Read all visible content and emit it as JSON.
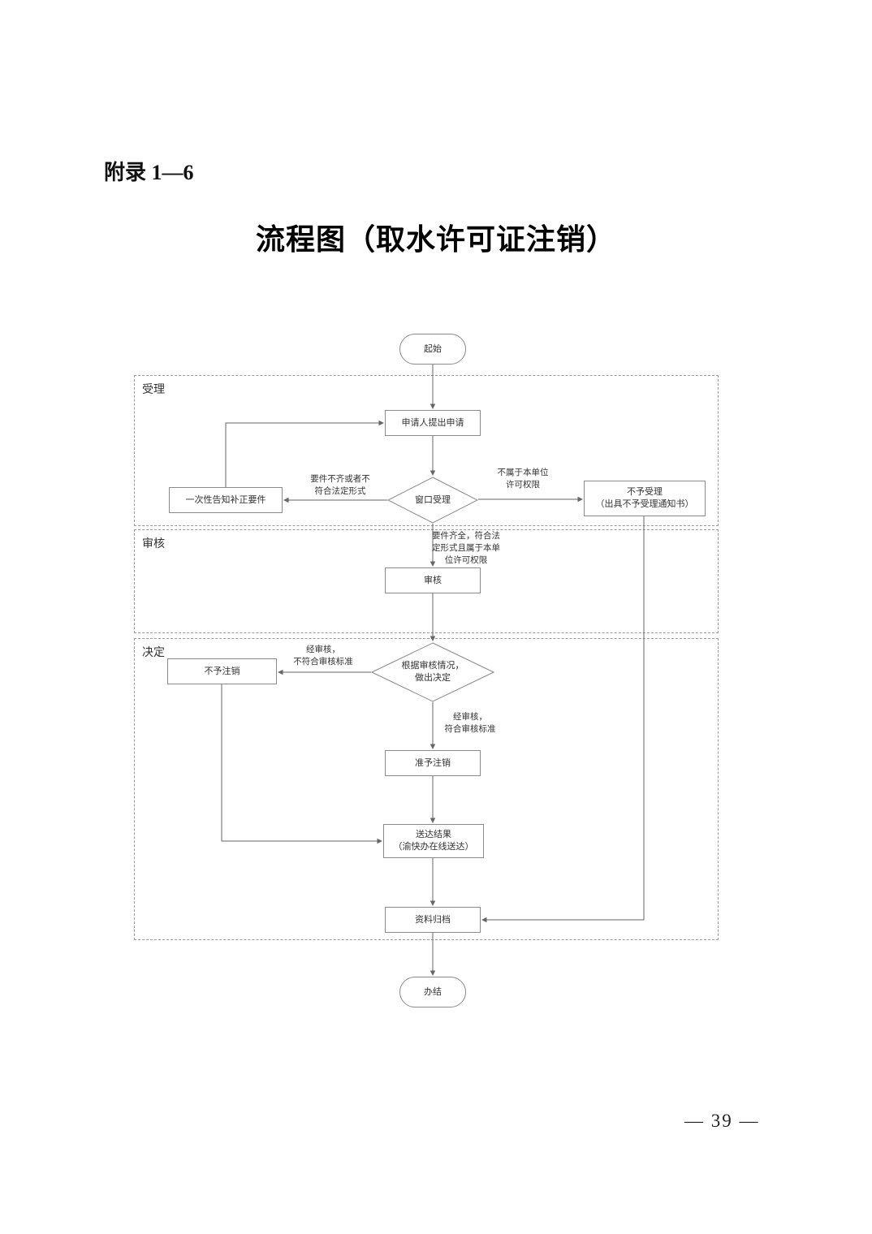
{
  "page": {
    "appendix": "附录 1—6",
    "title": "流程图（取水许可证注销）",
    "page_number": "— 39 —"
  },
  "sections": {
    "accept": "受理",
    "review": "审核",
    "decide": "决定"
  },
  "nodes": {
    "start": "起始",
    "apply": "申请人提出申请",
    "window": "窗口受理",
    "notify": "一次性告知补正要件",
    "reject": "不予受理\n（出具不予受理通知书）",
    "review": "审核",
    "decide": "根据审核情况，\n做出决定",
    "deny": "不予注销",
    "approve": "准予注销",
    "deliver": "送达结果\n（渝快办在线送达）",
    "archive": "资料归档",
    "end": "办结"
  },
  "edge_labels": {
    "incomplete": "要件不齐或者不\n符合法定形式",
    "no_authority": "不属于本单位\n许可权限",
    "qualified": "要件齐全，符合法\n定形式且属于本单\n位许可权限",
    "fail": "经审核，\n不符合审核标准",
    "pass": "经审核，\n符合审核标准"
  }
}
